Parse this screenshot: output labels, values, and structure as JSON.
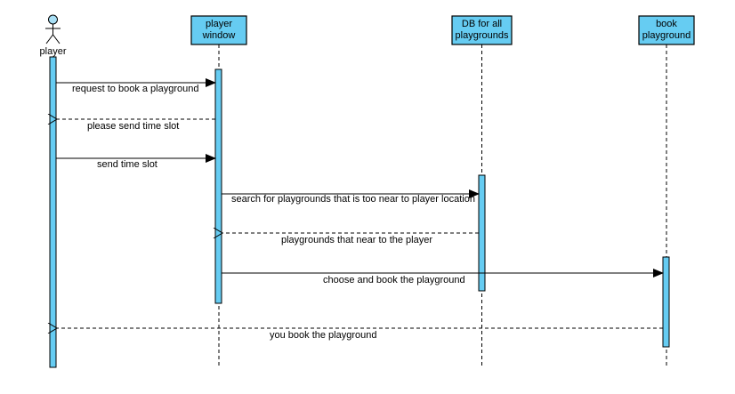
{
  "colors": {
    "lifeline_fill": "#66ccf2",
    "box_fill": "#66ccf2",
    "stroke": "#000000",
    "actor_head": "#a8dff5"
  },
  "actor": {
    "label": "player",
    "icon": "stick-figure-icon"
  },
  "participants": [
    {
      "id": "player_window",
      "line1": "player",
      "line2": "window"
    },
    {
      "id": "db",
      "line1": "DB for all",
      "line2": "playgrounds"
    },
    {
      "id": "book_playground",
      "line1": "book",
      "line2": "playground"
    }
  ],
  "messages": [
    {
      "from": "player",
      "to": "player_window",
      "type": "sync",
      "label": "request to book a playground"
    },
    {
      "from": "player_window",
      "to": "player",
      "type": "return",
      "label": "please send time slot"
    },
    {
      "from": "player",
      "to": "player_window",
      "type": "sync",
      "label": "send time slot"
    },
    {
      "from": "player_window",
      "to": "db",
      "type": "sync",
      "label": "search for playgrounds that is too near to player location"
    },
    {
      "from": "db",
      "to": "player_window",
      "type": "return",
      "label": "playgrounds that near to the player"
    },
    {
      "from": "player_window",
      "to": "book_playground",
      "type": "sync",
      "label": "choose and book the playground"
    },
    {
      "from": "book_playground",
      "to": "player",
      "type": "return",
      "label": "you book the playground"
    }
  ]
}
